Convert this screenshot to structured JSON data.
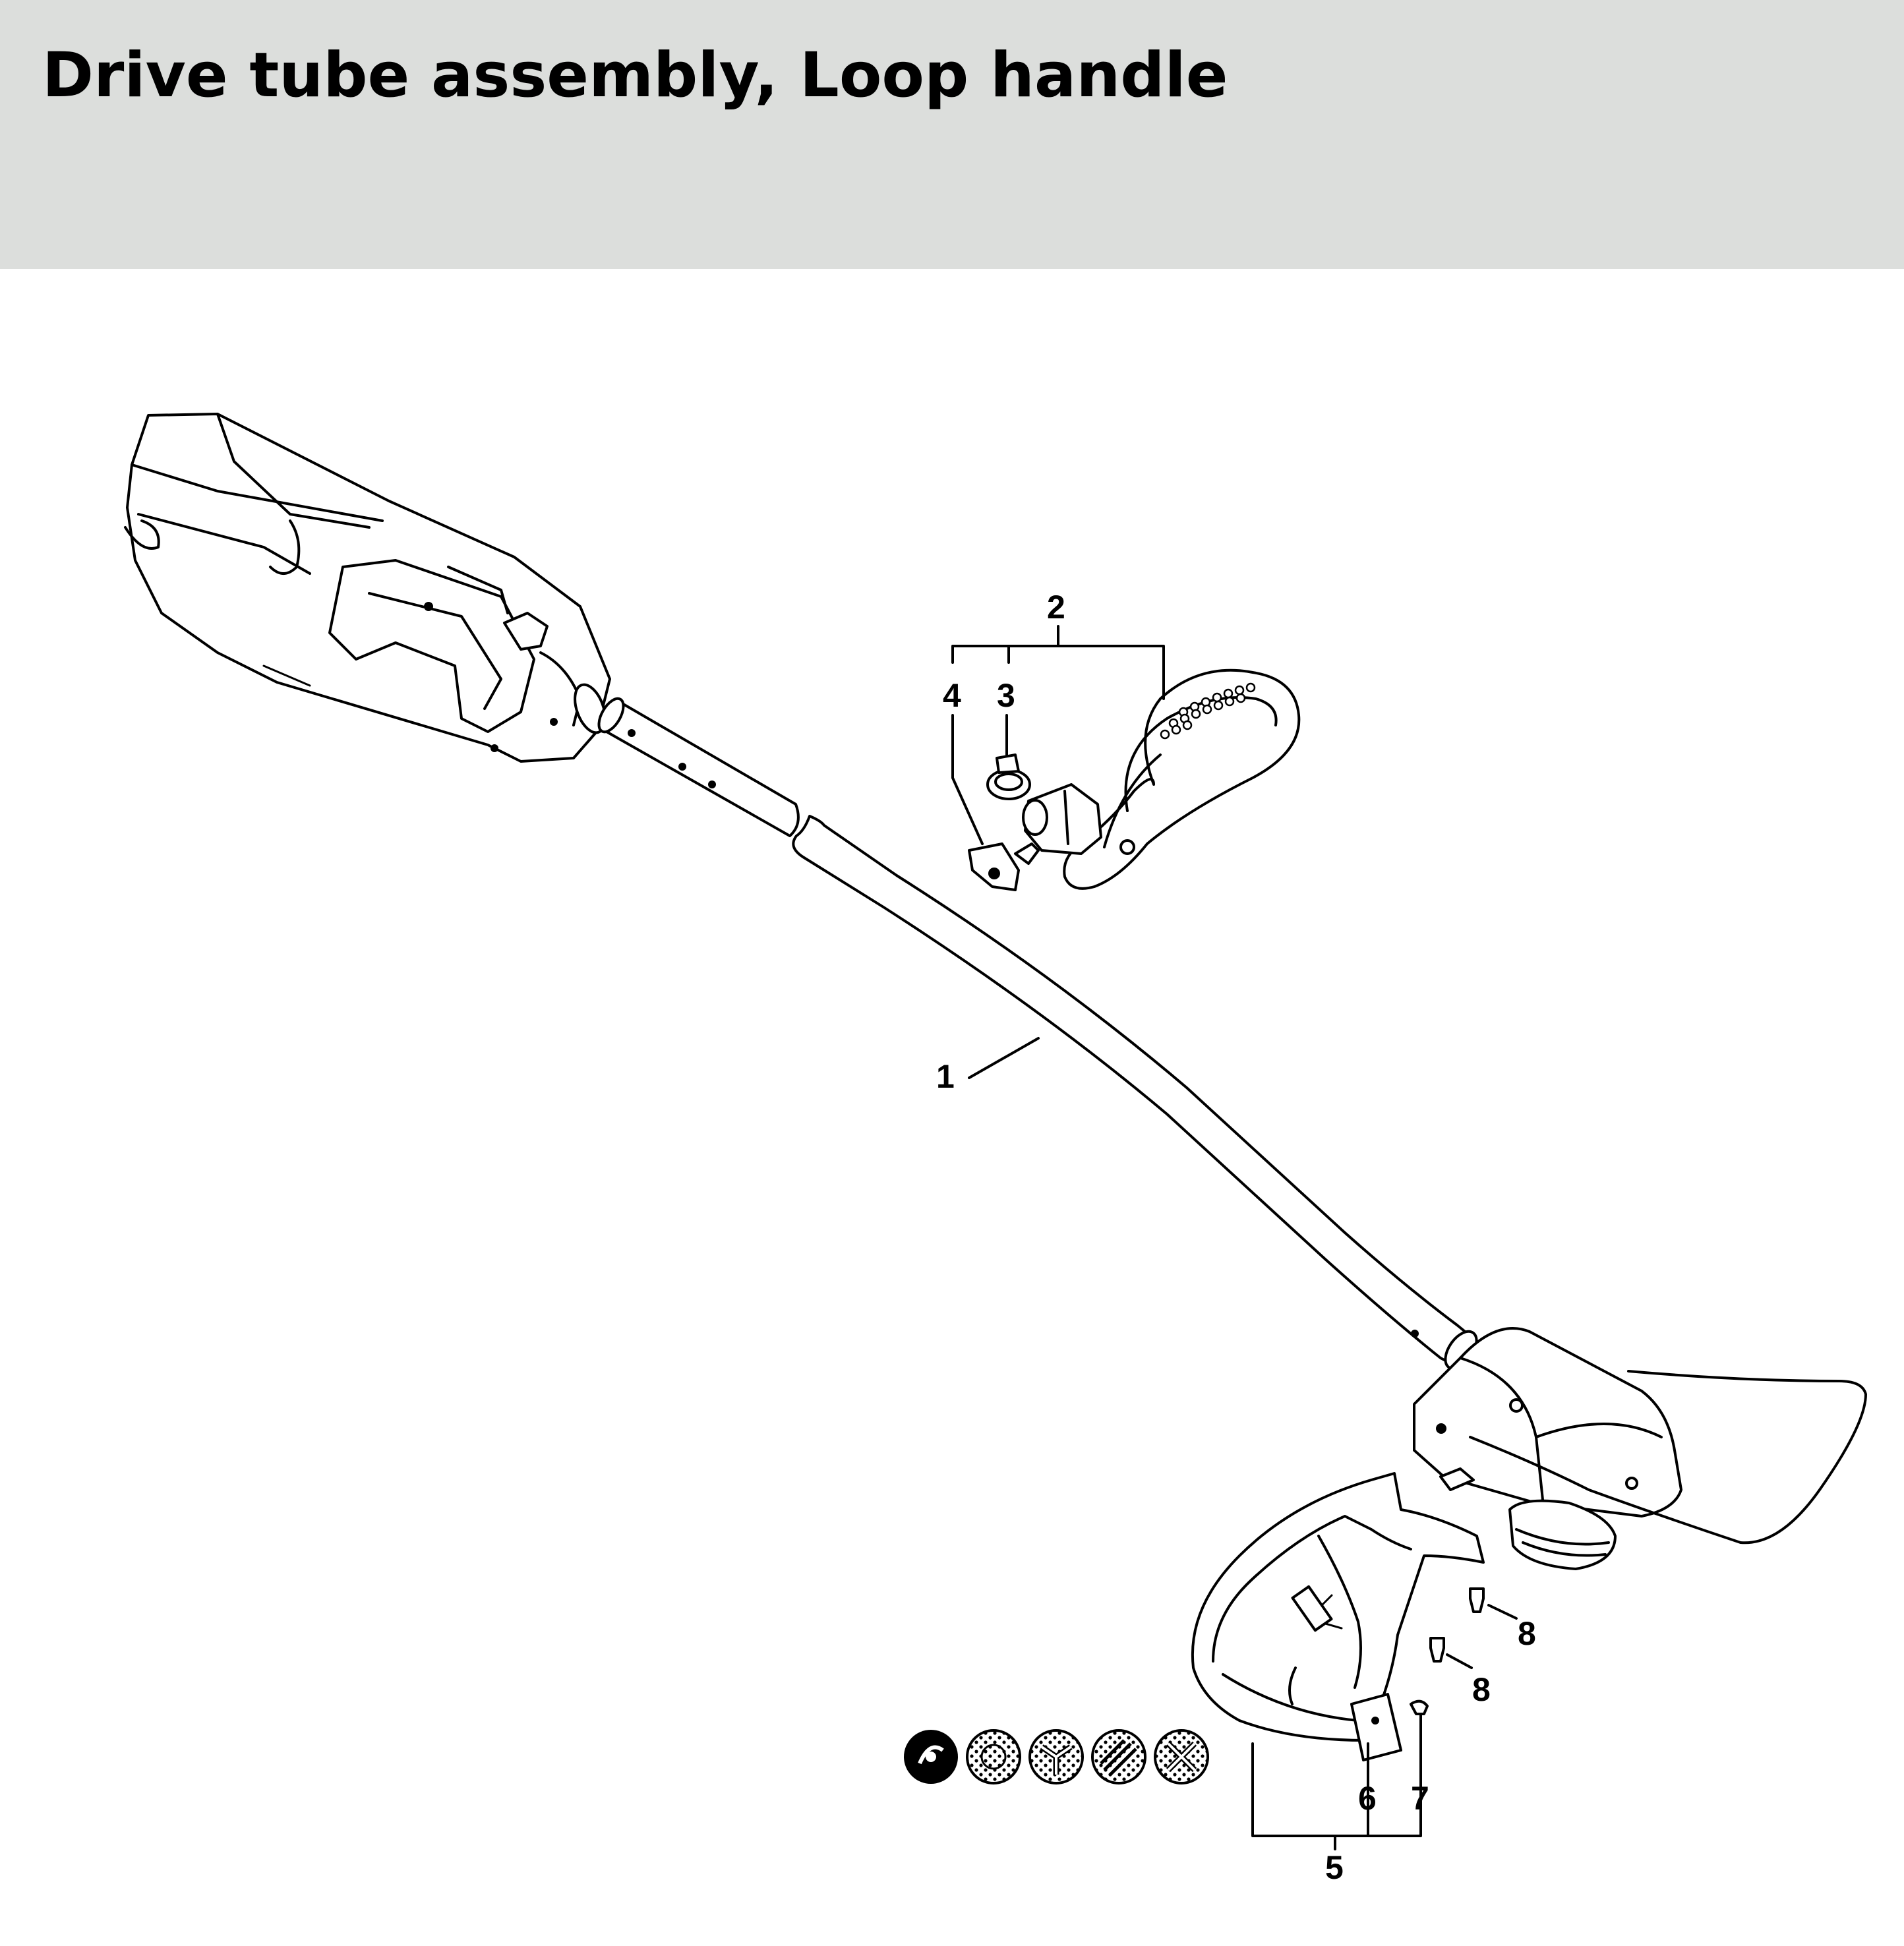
{
  "header": {
    "title": "Drive tube assembly, Loop handle",
    "background": "#dcdedc"
  },
  "callouts": {
    "c1": "1",
    "c2": "2",
    "c3": "3",
    "c4": "4",
    "c5": "5",
    "c6": "6",
    "c7": "7",
    "c8a": "8",
    "c8b": "8"
  },
  "icons": [
    "trimmer-head-icon",
    "mesh-disc-icon",
    "blade-tool-icon",
    "striped-disc-icon",
    "cross-tool-icon"
  ]
}
